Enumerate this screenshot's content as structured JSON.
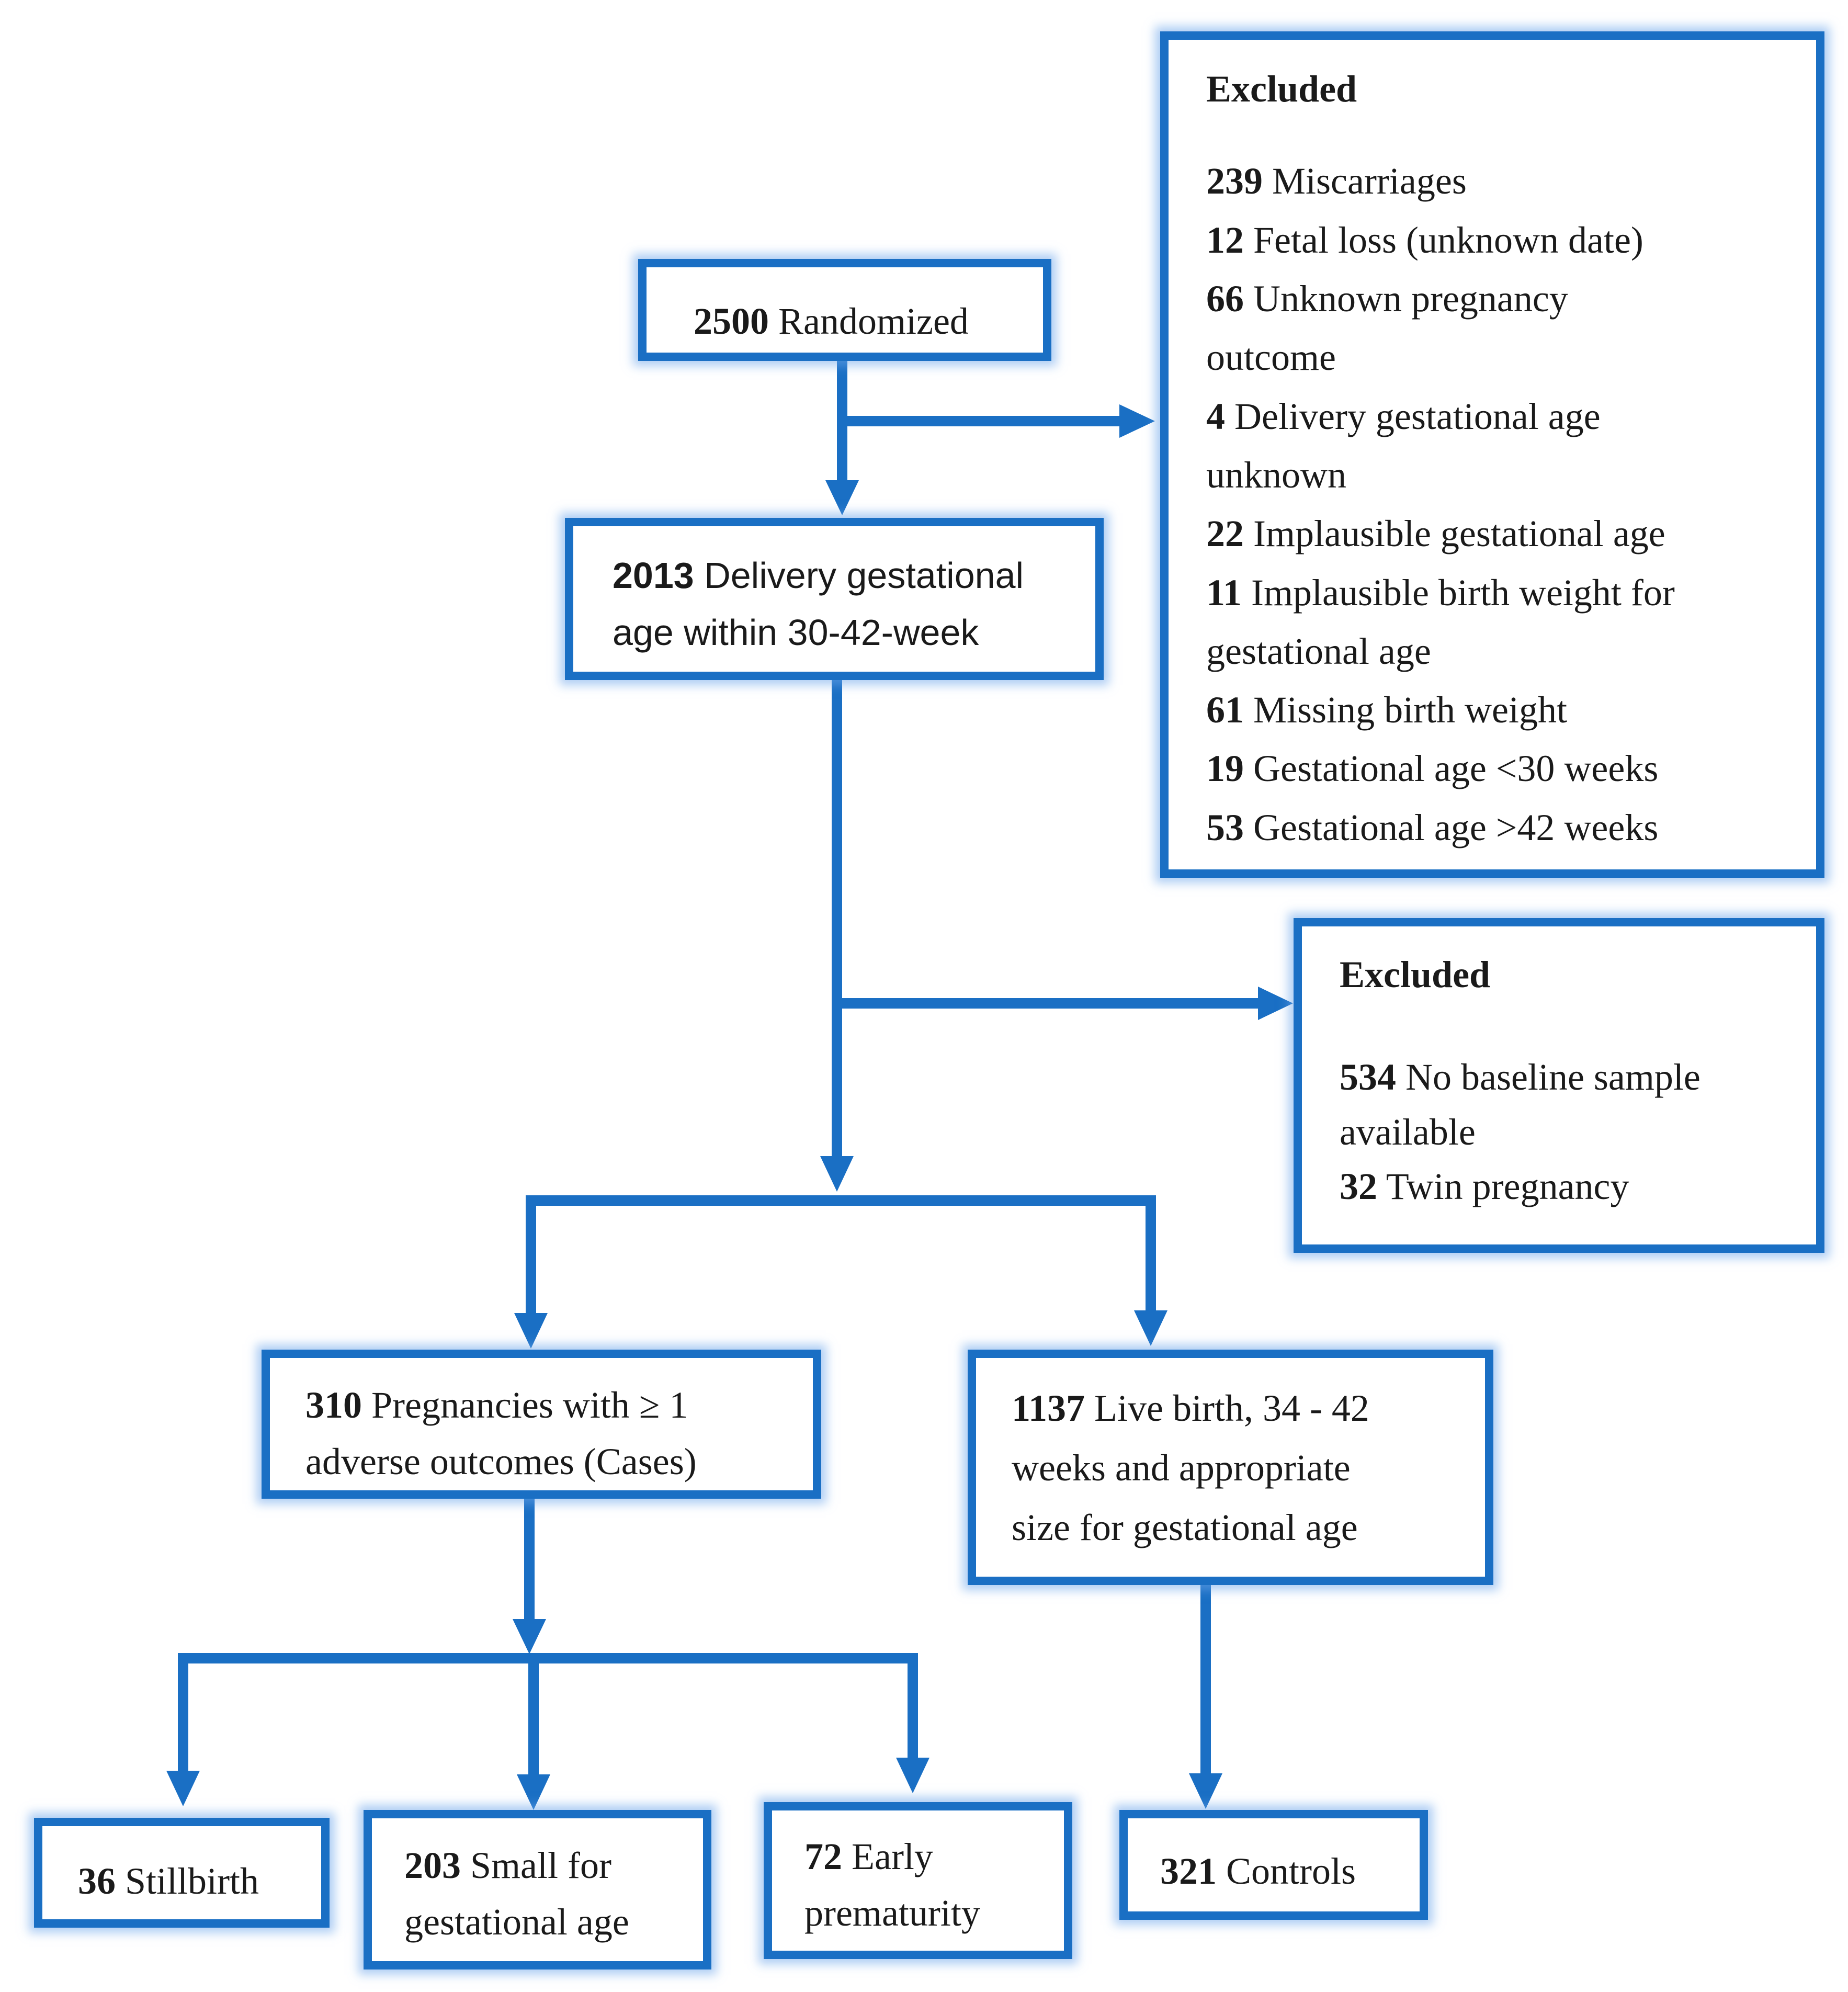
{
  "colors": {
    "line": "#1a6fc4",
    "glow": "#8ab8ee"
  },
  "randomized": {
    "count": "2500",
    "text": "Randomized"
  },
  "within_range": {
    "count": "2013",
    "text_1": "Delivery gestational",
    "text_2": "age within 30-42-week"
  },
  "excluded_1": {
    "heading": "Excluded",
    "items": [
      {
        "count": "239",
        "text": "Miscarriages",
        "cont": ""
      },
      {
        "count": "12",
        "text": "Fetal loss (unknown date)",
        "cont": ""
      },
      {
        "count": "66",
        "text": "Unknown pregnancy",
        "cont": "outcome"
      },
      {
        "count": "4",
        "text": "Delivery gestational age",
        "cont": "unknown"
      },
      {
        "count": "22",
        "text": "Implausible gestational age",
        "cont": ""
      },
      {
        "count": "11",
        "text": "Implausible birth weight for",
        "cont": "gestational age"
      },
      {
        "count": "61",
        "text": "Missing birth weight",
        "cont": ""
      },
      {
        "count": "19",
        "text": "Gestational age <30 weeks",
        "cont": ""
      },
      {
        "count": "53",
        "text": "Gestational age >42 weeks",
        "cont": ""
      }
    ]
  },
  "excluded_2": {
    "heading": "Excluded",
    "items": [
      {
        "count": "534",
        "text": "No baseline sample",
        "cont": "available"
      },
      {
        "count": "32",
        "text": "Twin pregnancy",
        "cont": ""
      }
    ]
  },
  "cases": {
    "count": "310",
    "text_1": "Pregnancies with ≥ 1",
    "text_2": "adverse outcomes (Cases)"
  },
  "live_birth": {
    "count": "1137",
    "text_1": "Live birth, 34 - 42",
    "text_2": "weeks and appropriate",
    "text_3": "size for gestational age"
  },
  "stillbirth": {
    "count": "36",
    "text": "Stillbirth"
  },
  "sga": {
    "count": "203",
    "text_1": "Small for",
    "text_2": "gestational age"
  },
  "prematurity": {
    "count": "72",
    "text_1": "Early",
    "text_2": "prematurity"
  },
  "controls": {
    "count": "321",
    "text": "Controls"
  }
}
